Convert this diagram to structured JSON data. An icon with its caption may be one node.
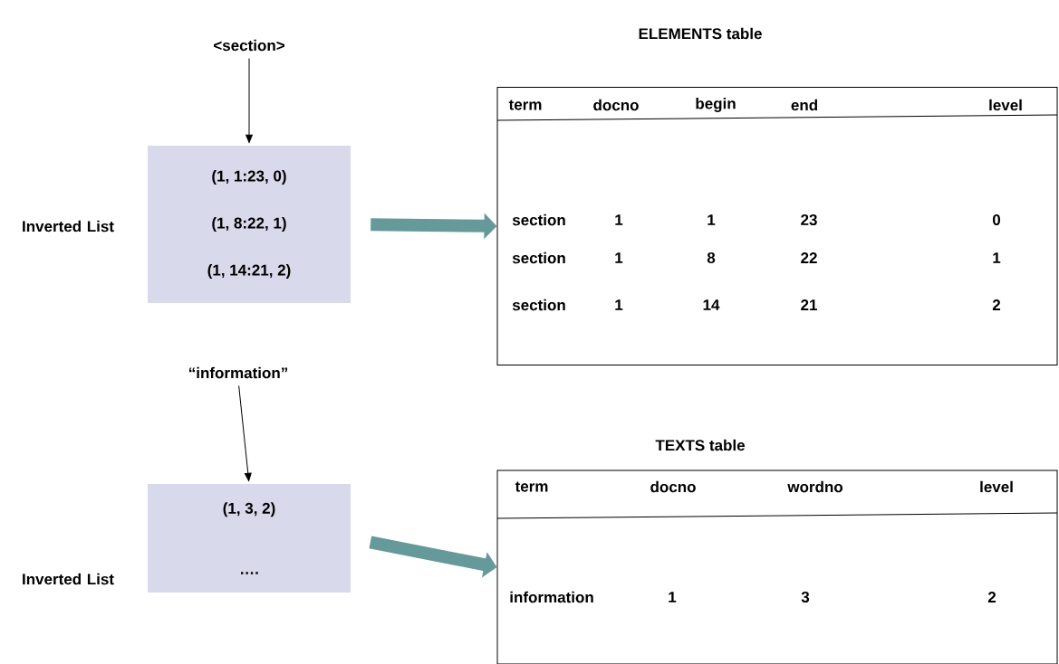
{
  "diagram": {
    "nodes": [
      {
        "text": [
          "<section>"
        ]
      },
      {
        "text": [
          "(1, 1:23, 0)",
          "(1, 8:22, 1)",
          "(1, 14:21, 2)"
        ]
      },
      {
        "text": [
          "ELEMENTS table"
        ]
      },
      {
        "text": [
          "“information”"
        ]
      },
      {
        "text": [
          "(1, 3, 2)",
          "…."
        ]
      },
      {
        "text": [
          "TEXTS table"
        ]
      }
    ],
    "edges": [
      {
        "from": 0,
        "to": 1,
        "arrow": "to"
      },
      {
        "from": 1,
        "to": 2,
        "arrow": "to",
        "style": "thick",
        "color": "#669999"
      },
      {
        "from": 3,
        "to": 4,
        "arrow": "to"
      },
      {
        "from": 4,
        "to": 5,
        "arrow": "to",
        "style": "thick",
        "color": "#669999"
      }
    ],
    "labels": [
      "Inverted List",
      "term",
      "docno",
      "begin",
      "end",
      "level",
      "section",
      "1",
      "1",
      "23",
      "0",
      "section",
      "1",
      "8",
      "22",
      "1",
      "section",
      "1",
      "14",
      "21",
      "2",
      "Inverted List",
      "term",
      "docno",
      "wordno",
      "level",
      "information",
      "1",
      "3",
      "2"
    ]
  }
}
